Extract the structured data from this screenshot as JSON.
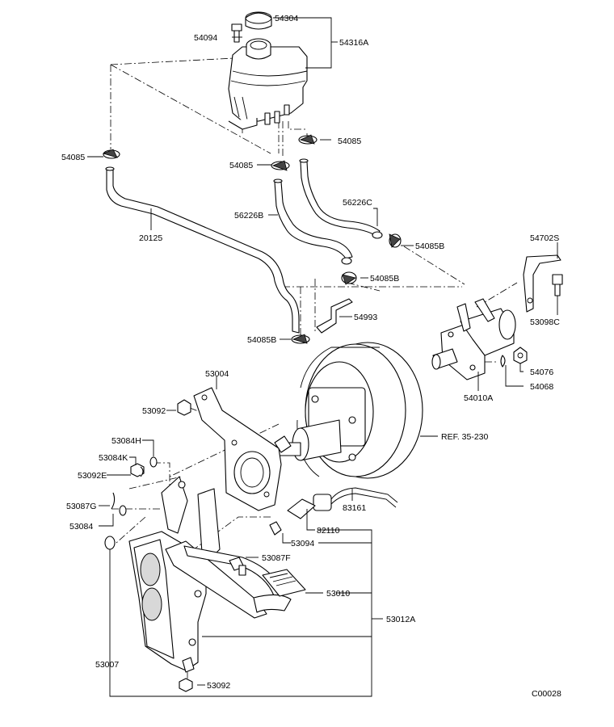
{
  "diagram_code": "C00028",
  "labels": {
    "p54304": "54304",
    "p54094": "54094",
    "p54316A": "54316A",
    "p54085_left": "54085",
    "p54085_mid": "54085",
    "p54085_right": "54085",
    "p56226C": "56226C",
    "p56226B": "56226B",
    "p20125": "20125",
    "p54085B_a": "54085B",
    "p54085B_b": "54085B",
    "p54085B_c": "54085B",
    "p54702S": "54702S",
    "p53098C": "53098C",
    "p54993": "54993",
    "p54076": "54076",
    "p54068": "54068",
    "p54010A": "54010A",
    "p53004": "53004",
    "p53092_top": "53092",
    "ref": "REF. 35-230",
    "p53084H": "53084H",
    "p53084K": "53084K",
    "p53092E": "53092E",
    "p53087G": "53087G",
    "p53084": "53084",
    "p83161": "83161",
    "p82110": "82110",
    "p53094": "53094",
    "p53087F": "53087F",
    "p53010": "53010",
    "p53012A": "53012A",
    "p53007": "53007",
    "p53092_bottom": "53092"
  }
}
